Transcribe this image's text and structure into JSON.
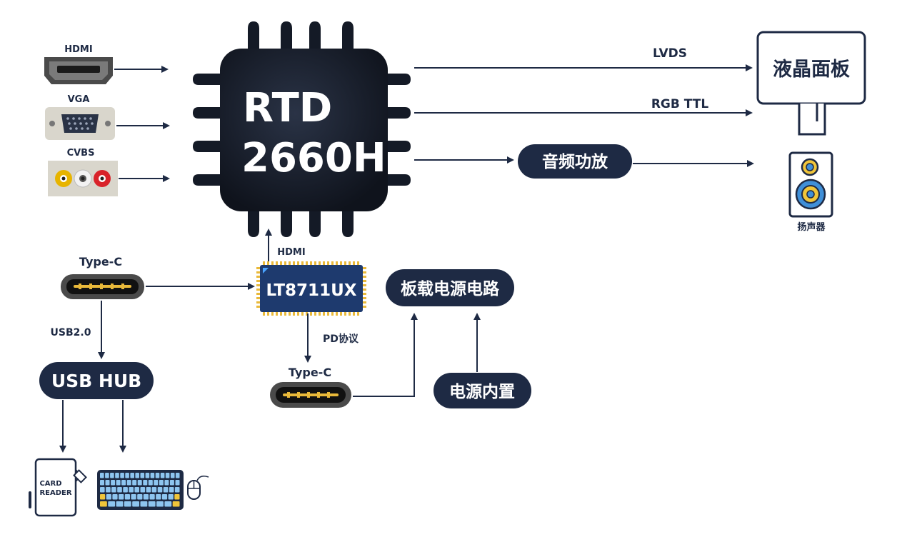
{
  "main_chip": {
    "line1": "RTD",
    "line2": "2660H"
  },
  "inputs": {
    "hdmi": "HDMI",
    "vga": "VGA",
    "cvbs": "CVBS"
  },
  "outputs": {
    "lvds": "LVDS",
    "rgb_ttl": "RGB TTL",
    "panel": "液晶面板",
    "audio_amp": "音频功放",
    "speaker": "扬声器"
  },
  "bridge": {
    "chip": "LT8711UX",
    "hdmi_label": "HDMI",
    "pd_label": "PD协议"
  },
  "typec_left": {
    "label": "Type-C",
    "usb_label": "USB2.0",
    "hub": "USB HUB"
  },
  "typec_bottom": {
    "label": "Type-C"
  },
  "power": {
    "board": "板载电源电路",
    "builtin": "电源内置"
  },
  "peripherals": {
    "card_reader_line1": "CARD",
    "card_reader_line2": "READER"
  },
  "colors": {
    "navy": "#1e2a44",
    "chip": "#141a26",
    "gold": "#e9b93a",
    "bridge": "#1e3a6e"
  }
}
